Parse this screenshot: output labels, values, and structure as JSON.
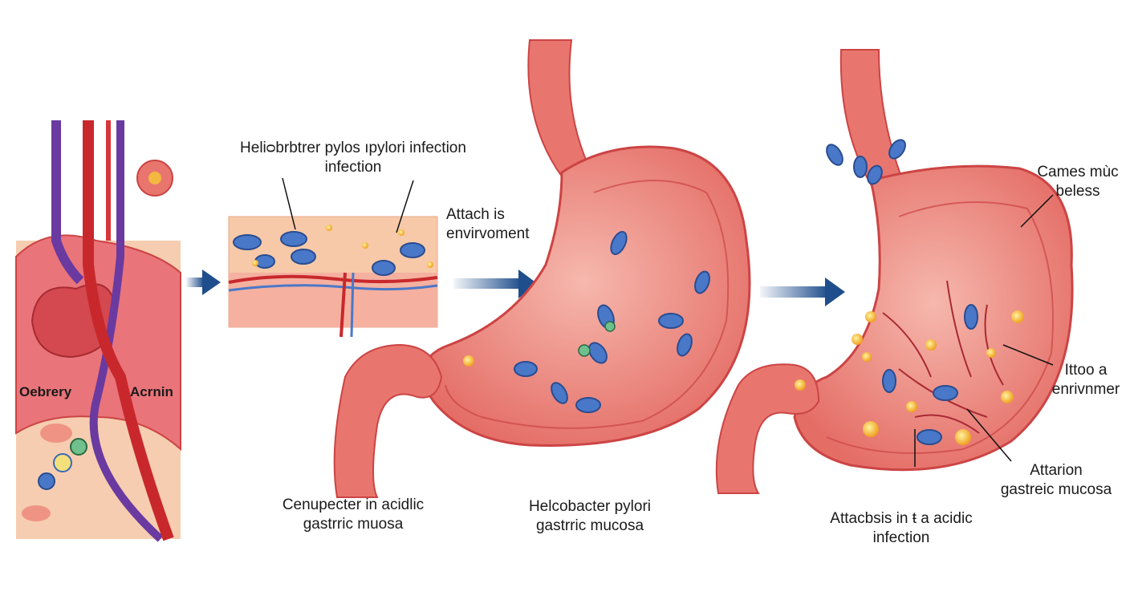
{
  "panel1": {
    "label_left": "Oebrery",
    "label_right": "Acrnin"
  },
  "panel2": {
    "title_line1": "Heliᴑbrbtrer pylos ıpylori infection",
    "title_line2": "infection",
    "side_line1": "Attach is",
    "side_line2": "envirvoment",
    "caption_line1": "Cenupecter in acidlic",
    "caption_line2": "gastrric muosa"
  },
  "panel3": {
    "caption_line1": "Helcobacter pylori",
    "caption_line2": "gastrric mucosa"
  },
  "panel4": {
    "top_line1": "Cames mùc",
    "top_line2": "beless",
    "mid_line1": "Ittoo a",
    "mid_line2": "enrivnmer",
    "low_line1": "Attarion",
    "low_line2": "gastreic mucosa",
    "caption_line1": "Attacbsis in ŧ a acidic",
    "caption_line2": "infection"
  },
  "colors": {
    "arrow": "#1f4e8c",
    "stomach": "#e8766f",
    "bacteria": "#4a78c8",
    "vessel_red": "#c8282c",
    "vessel_purple": "#6a3aa0"
  },
  "icons": [
    "bacterium-icon",
    "arrow-right-icon",
    "blood-cell-icon"
  ]
}
